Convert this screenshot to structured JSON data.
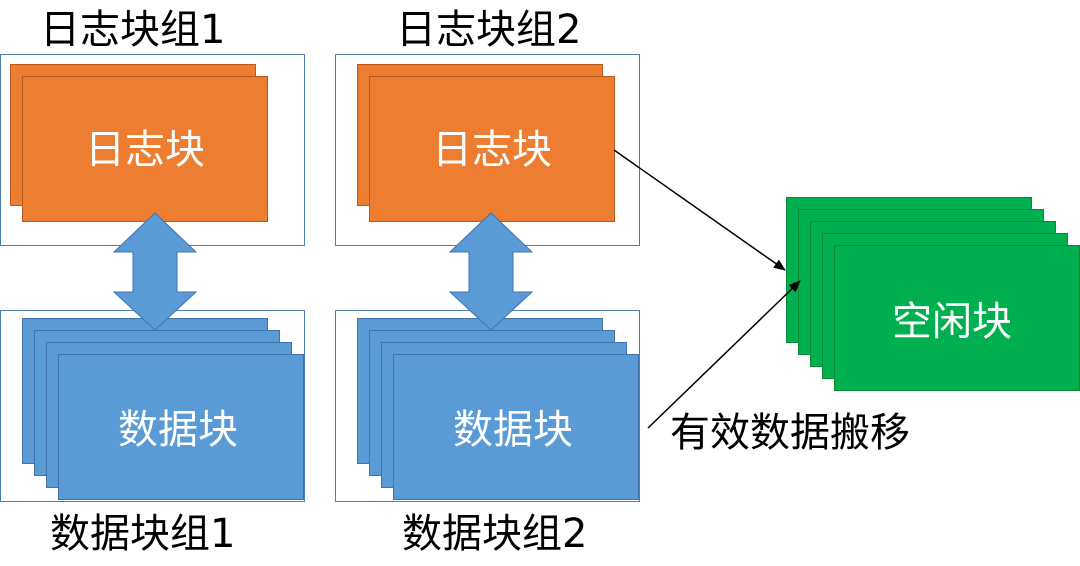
{
  "colors": {
    "log_block": "#ed7d31",
    "data_block": "#5b9bd5",
    "free_block": "#00b050",
    "frame_border": "#4f7fae",
    "arrow": "#000000"
  },
  "groups": [
    {
      "title": "日志块组1",
      "log_label": "日志块",
      "data_label": "数据块",
      "data_title": "数据块组1"
    },
    {
      "title": "日志块组2",
      "log_label": "日志块",
      "data_label": "数据块",
      "data_title": "数据块组2"
    }
  ],
  "free_block": {
    "label": "空闲块"
  },
  "migration": {
    "label": "有效数据搬移"
  }
}
